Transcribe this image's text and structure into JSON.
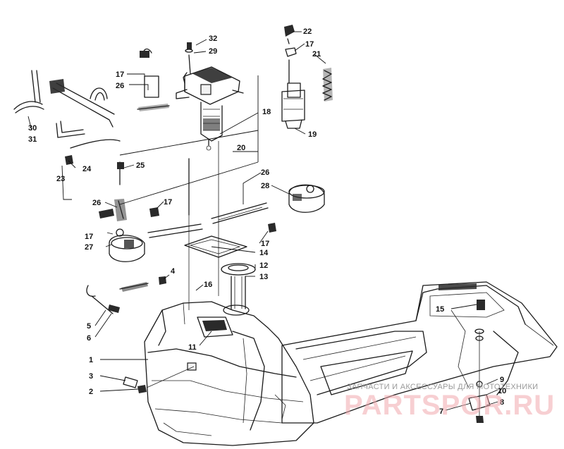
{
  "callouts": [
    {
      "id": "c1",
      "label": "1"
    },
    {
      "id": "c2",
      "label": "2"
    },
    {
      "id": "c3",
      "label": "3"
    },
    {
      "id": "c4",
      "label": "4"
    },
    {
      "id": "c5",
      "label": "5"
    },
    {
      "id": "c6",
      "label": "6"
    },
    {
      "id": "c7",
      "label": "7"
    },
    {
      "id": "c8",
      "label": "8"
    },
    {
      "id": "c9",
      "label": "9"
    },
    {
      "id": "c10",
      "label": "10"
    },
    {
      "id": "c11",
      "label": "11"
    },
    {
      "id": "c12",
      "label": "12"
    },
    {
      "id": "c13",
      "label": "13"
    },
    {
      "id": "c14",
      "label": "14"
    },
    {
      "id": "c15",
      "label": "15"
    },
    {
      "id": "c16",
      "label": "16"
    },
    {
      "id": "c17a",
      "label": "17"
    },
    {
      "id": "c17b",
      "label": "17"
    },
    {
      "id": "c17c",
      "label": "17"
    },
    {
      "id": "c17d",
      "label": "17"
    },
    {
      "id": "c17e",
      "label": "17"
    },
    {
      "id": "c18",
      "label": "18"
    },
    {
      "id": "c19",
      "label": "19"
    },
    {
      "id": "c20",
      "label": "20"
    },
    {
      "id": "c21",
      "label": "21"
    },
    {
      "id": "c22",
      "label": "22"
    },
    {
      "id": "c23",
      "label": "23"
    },
    {
      "id": "c24",
      "label": "24"
    },
    {
      "id": "c25",
      "label": "25"
    },
    {
      "id": "c26a",
      "label": "26"
    },
    {
      "id": "c26b",
      "label": "26"
    },
    {
      "id": "c26c",
      "label": "26"
    },
    {
      "id": "c27",
      "label": "27"
    },
    {
      "id": "c28",
      "label": "28"
    },
    {
      "id": "c29",
      "label": "29"
    },
    {
      "id": "c30",
      "label": "30"
    },
    {
      "id": "c31",
      "label": "31"
    },
    {
      "id": "c32",
      "label": "32"
    }
  ],
  "watermark": {
    "tagline": "ЗАПЧАСТИ И АКСЕССУАРЫ ДЛЯ МОТОТЕХНИКИ",
    "logo": "PARTSPOR.RU"
  }
}
